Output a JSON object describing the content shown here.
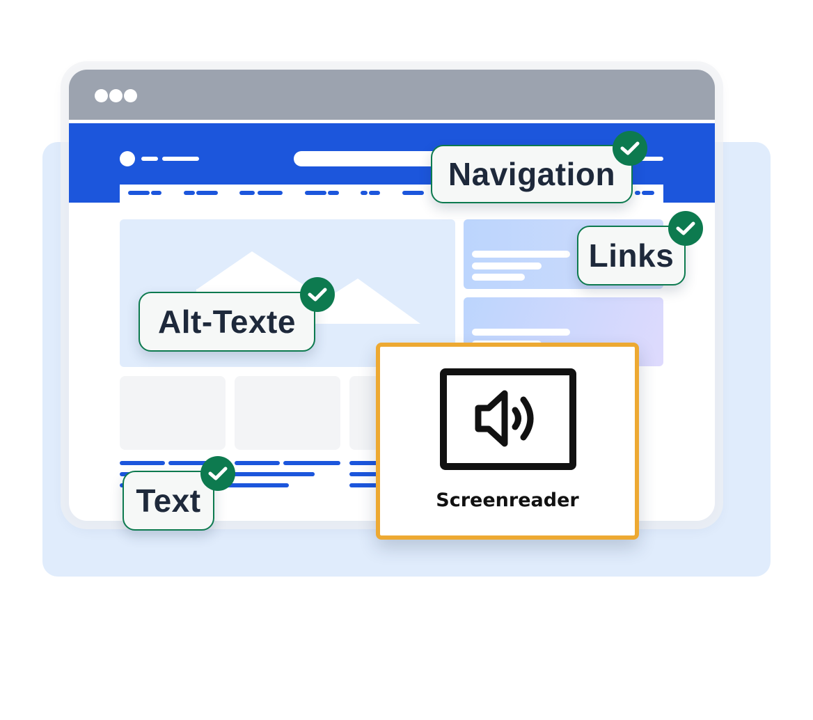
{
  "illustration": {
    "browser_window": {
      "titlebar_dots": 3,
      "colors": {
        "titlebar": "#9ca3af",
        "header": "#1c56dc",
        "accent": "#1c56dc",
        "background_panel": "#e0ecfc",
        "hero_image": "#e0ecfc",
        "placeholder_card": "#f3f4f6"
      }
    },
    "tags": [
      {
        "id": "navigation",
        "label": "Navigation",
        "status": "checked"
      },
      {
        "id": "links",
        "label": "Links",
        "status": "checked"
      },
      {
        "id": "alt-texte",
        "label": "Alt-Texte",
        "status": "checked"
      },
      {
        "id": "text",
        "label": "Text",
        "status": "checked"
      }
    ],
    "tag_colors": {
      "border": "#0d7a4f",
      "check_badge": "#0d7a4f",
      "text": "#1e293b"
    },
    "screenreader_card": {
      "label": "Screenreader",
      "icon": "speaker-screen-icon",
      "border_color": "#eda932"
    }
  }
}
